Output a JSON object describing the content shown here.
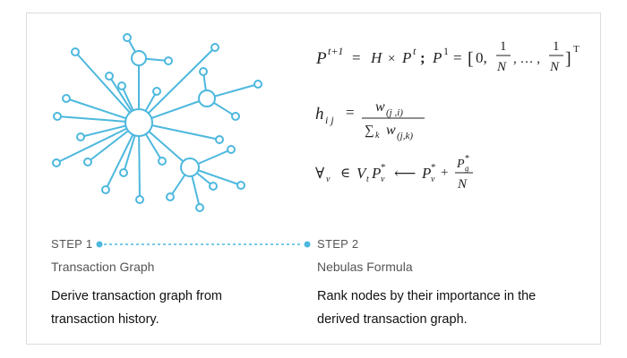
{
  "steps": [
    {
      "label": "STEP 1",
      "title": "Transaction Graph",
      "description": "Derive transaction graph from transaction history."
    },
    {
      "label": "STEP 2",
      "title": "Nebulas Formula",
      "description": "Rank nodes by their importance in the derived transaction graph."
    }
  ],
  "formulas": {
    "f1": {
      "lhs_base": "P",
      "lhs_sup": "t+1",
      "eq": "=",
      "H": "H",
      "times": "×",
      "rhs_base": "P",
      "rhs_sup": "t",
      "semicolon": ";",
      "p1_base": "P",
      "p1_sup": "1",
      "p1_eq": "=",
      "open": "[",
      "zero": "0,",
      "frac_num": "1",
      "frac_den": "N",
      "dots": ", … ,",
      "frac2_num": "1",
      "frac2_den": "N",
      "close": "]",
      "transpose": "T"
    },
    "f2": {
      "lhs": "h",
      "lhs_sub": "i j",
      "eq": "=",
      "num": "w",
      "num_sub": "(j ,i)",
      "den_sum": "∑",
      "den_sum_sub": "k",
      "den_w": "w",
      "den_w_sub": "(j,k)"
    },
    "f3": {
      "forall": "∀",
      "forall_sub": "v",
      "in": "∈",
      "V": "V",
      "V_sub": "t",
      "P": "P",
      "P_sub": "v",
      "P_sup": "*",
      "arrow": "⟵",
      "P2": "P",
      "P2_sub": "v",
      "P2_sup": "*",
      "plus": "+",
      "frac_num": "P",
      "frac_num_sub": "g",
      "frac_num_sup": "*",
      "frac_den": "N"
    }
  },
  "colors": {
    "graph": "#4db8de",
    "connector": "#4db8de",
    "border": "#dcdcdc"
  }
}
